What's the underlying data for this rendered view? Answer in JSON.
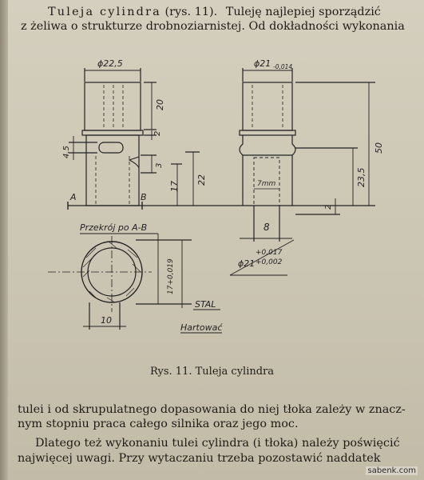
{
  "body_text": {
    "line1_a": "Tuleja cylindra",
    "line1_b": "(rys. 11).",
    "line1_c": "Tuleję najlepiej sporządzić",
    "line2": "z żeliwa o strukturze drobnoziarnistej. Od dokładności wykonania",
    "line3": "tulei i od skrupulatnego dopasowania do niej tłoka zależy w znacz-",
    "line4": "nym stopniu praca całego silnika oraz jego moc.",
    "line5": "Dlatego też wykonaniu tulei cylindra (i tłoka) należy poświęcić",
    "line6": "najwięcej uwagi. Przy wytaczaniu trzeba pozostawić naddatek"
  },
  "figure": {
    "caption": "Rys. 11. Tuleja cylindra",
    "dims": {
      "d_left": "ϕ22,5",
      "d_right": "ϕ21",
      "d_right_tol": "-0,014",
      "h20": "20",
      "h2a": "2",
      "h3": "3",
      "h4_5": "4,5",
      "h17": "17",
      "h22": "22",
      "h50": "50",
      "h23_5": "23,5",
      "h2b": "2",
      "w8": "8",
      "slot7": "7mm",
      "bore_d": "ϕ21",
      "bore_tol_up": "+0,017",
      "bore_tol_low": "+0,002",
      "section_d": "17+0,019",
      "section_w": "10",
      "label_a": "A",
      "label_b": "B",
      "section_title": "Przekrój po A-B",
      "material": "STAL",
      "hardening": "Hartować"
    }
  },
  "watermark": "sabenk.com"
}
